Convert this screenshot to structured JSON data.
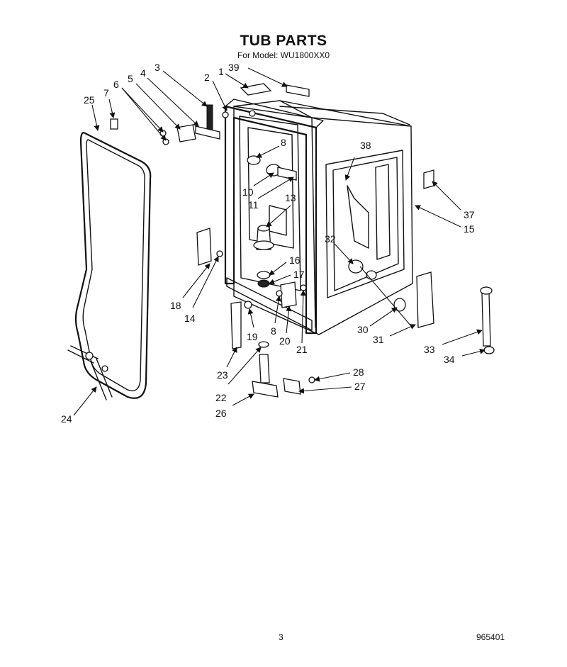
{
  "header": {
    "title": "TUB PARTS",
    "subtitle": "For Model: WU1800XX0"
  },
  "footer": {
    "page_number": "3",
    "document_code": "965401"
  },
  "callouts": [
    "1",
    "2",
    "3",
    "4",
    "5",
    "6",
    "7",
    "8",
    "8",
    "10",
    "11",
    "13",
    "14",
    "15",
    "16",
    "17",
    "18",
    "19",
    "20",
    "21",
    "22",
    "23",
    "24",
    "25",
    "26",
    "27",
    "28",
    "30",
    "31",
    "32",
    "33",
    "34",
    "37",
    "38",
    "39"
  ]
}
